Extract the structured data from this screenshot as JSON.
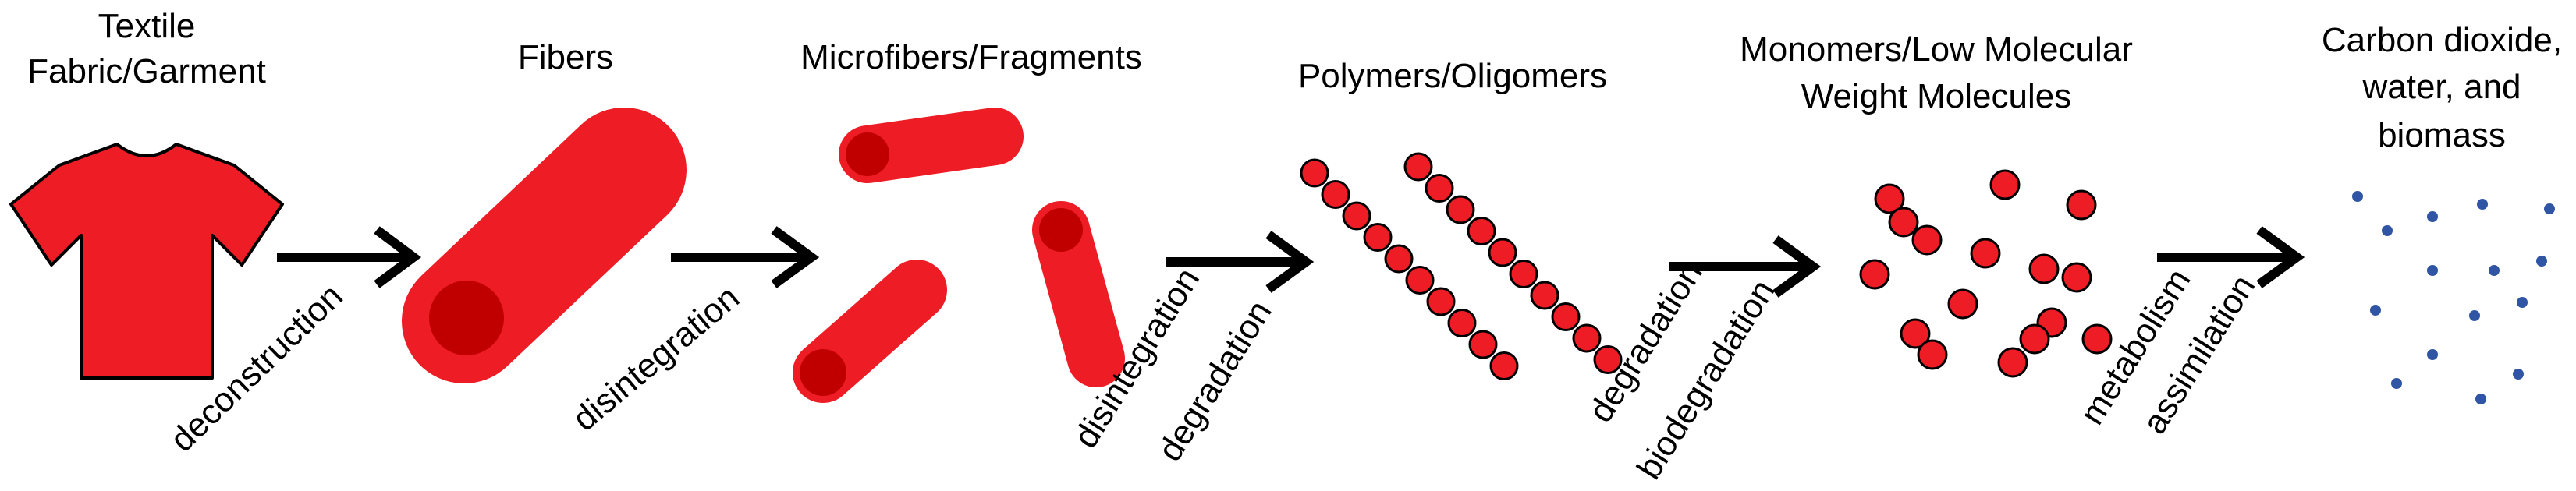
{
  "stages": [
    {
      "id": "textile",
      "title_lines": [
        "Textile",
        "Fabric/Garment"
      ]
    },
    {
      "id": "fibers",
      "title_lines": [
        "Fibers"
      ]
    },
    {
      "id": "microfibers",
      "title_lines": [
        "Microfibers/Fragments"
      ]
    },
    {
      "id": "polymers",
      "title_lines": [
        "Polymers/Oligomers"
      ]
    },
    {
      "id": "monomers",
      "title_lines": [
        "Monomers/Low Molecular",
        "Weight Molecules"
      ]
    },
    {
      "id": "end-products",
      "title_lines": [
        "Carbon dioxide,",
        "water, and",
        "biomass"
      ]
    }
  ],
  "transitions": [
    {
      "id": "t1",
      "labels": [
        "deconstruction"
      ]
    },
    {
      "id": "t2",
      "labels": [
        "disintegration"
      ]
    },
    {
      "id": "t3",
      "labels": [
        "disintegration",
        "degradation"
      ]
    },
    {
      "id": "t4",
      "labels": [
        "degradation",
        "biodegradation"
      ]
    },
    {
      "id": "t5",
      "labels": [
        "metabolism",
        "assimilation"
      ]
    }
  ],
  "colors": {
    "red": "#ee1c25",
    "dark_red": "#c00000",
    "outline": "#000000",
    "arrow": "#000000",
    "biomass_dot": "#2f55a4"
  }
}
